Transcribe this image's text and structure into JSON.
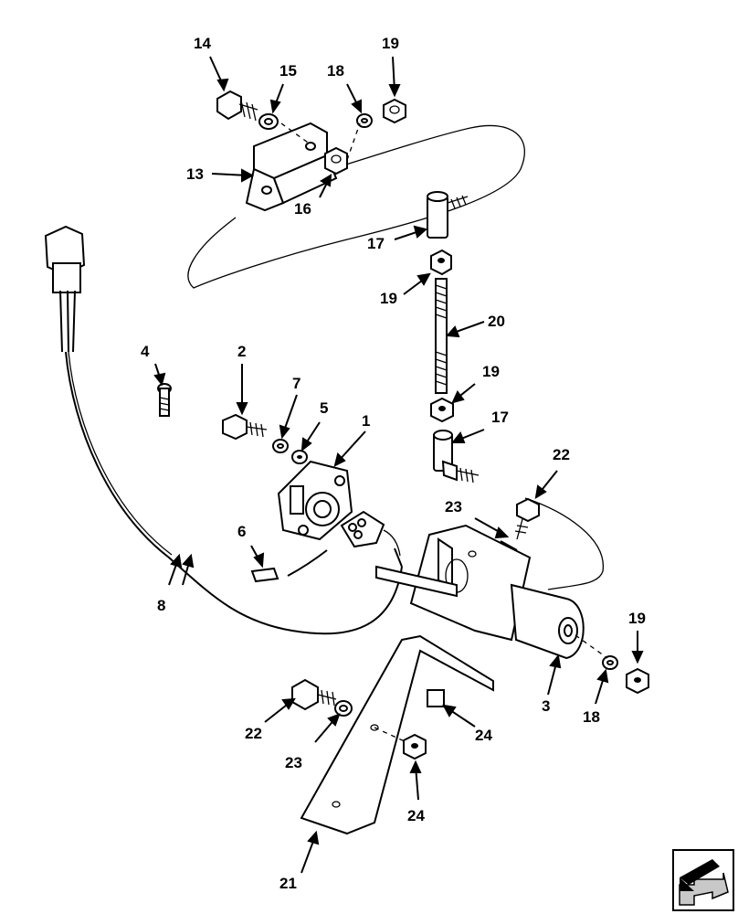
{
  "callouts": {
    "c14": "14",
    "c15": "15",
    "c18a": "18",
    "c19a": "19",
    "c13": "13",
    "c16": "16",
    "c17a": "17",
    "c19b": "19",
    "c20": "20",
    "c19c": "19",
    "c17b": "17",
    "c4": "4",
    "c2": "2",
    "c7": "7",
    "c5": "5",
    "c1": "1",
    "c22a": "22",
    "c23a": "23",
    "c6": "6",
    "c8": "8",
    "c19d": "19",
    "c3": "3",
    "c18b": "18",
    "c22b": "22",
    "c23b": "23",
    "c24a": "24",
    "c24b": "24",
    "c21": "21"
  },
  "icons": {
    "nav": "next-page-arrow-icon"
  }
}
